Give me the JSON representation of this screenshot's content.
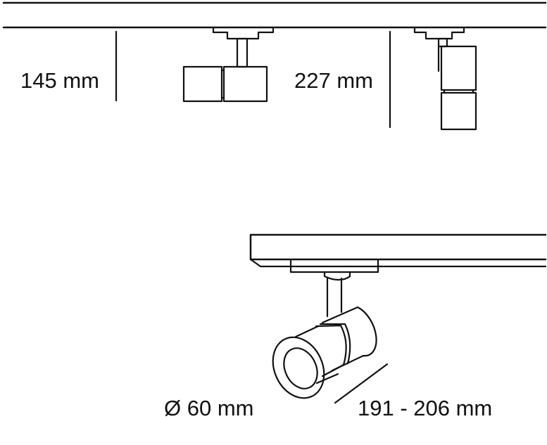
{
  "dimensions": {
    "height_side": "145 mm",
    "height_vertical": "227 mm",
    "diameter": "Ø 60 mm",
    "length": "191 - 206 mm"
  },
  "colors": {
    "stroke": "#111111",
    "background": "#ffffff"
  }
}
